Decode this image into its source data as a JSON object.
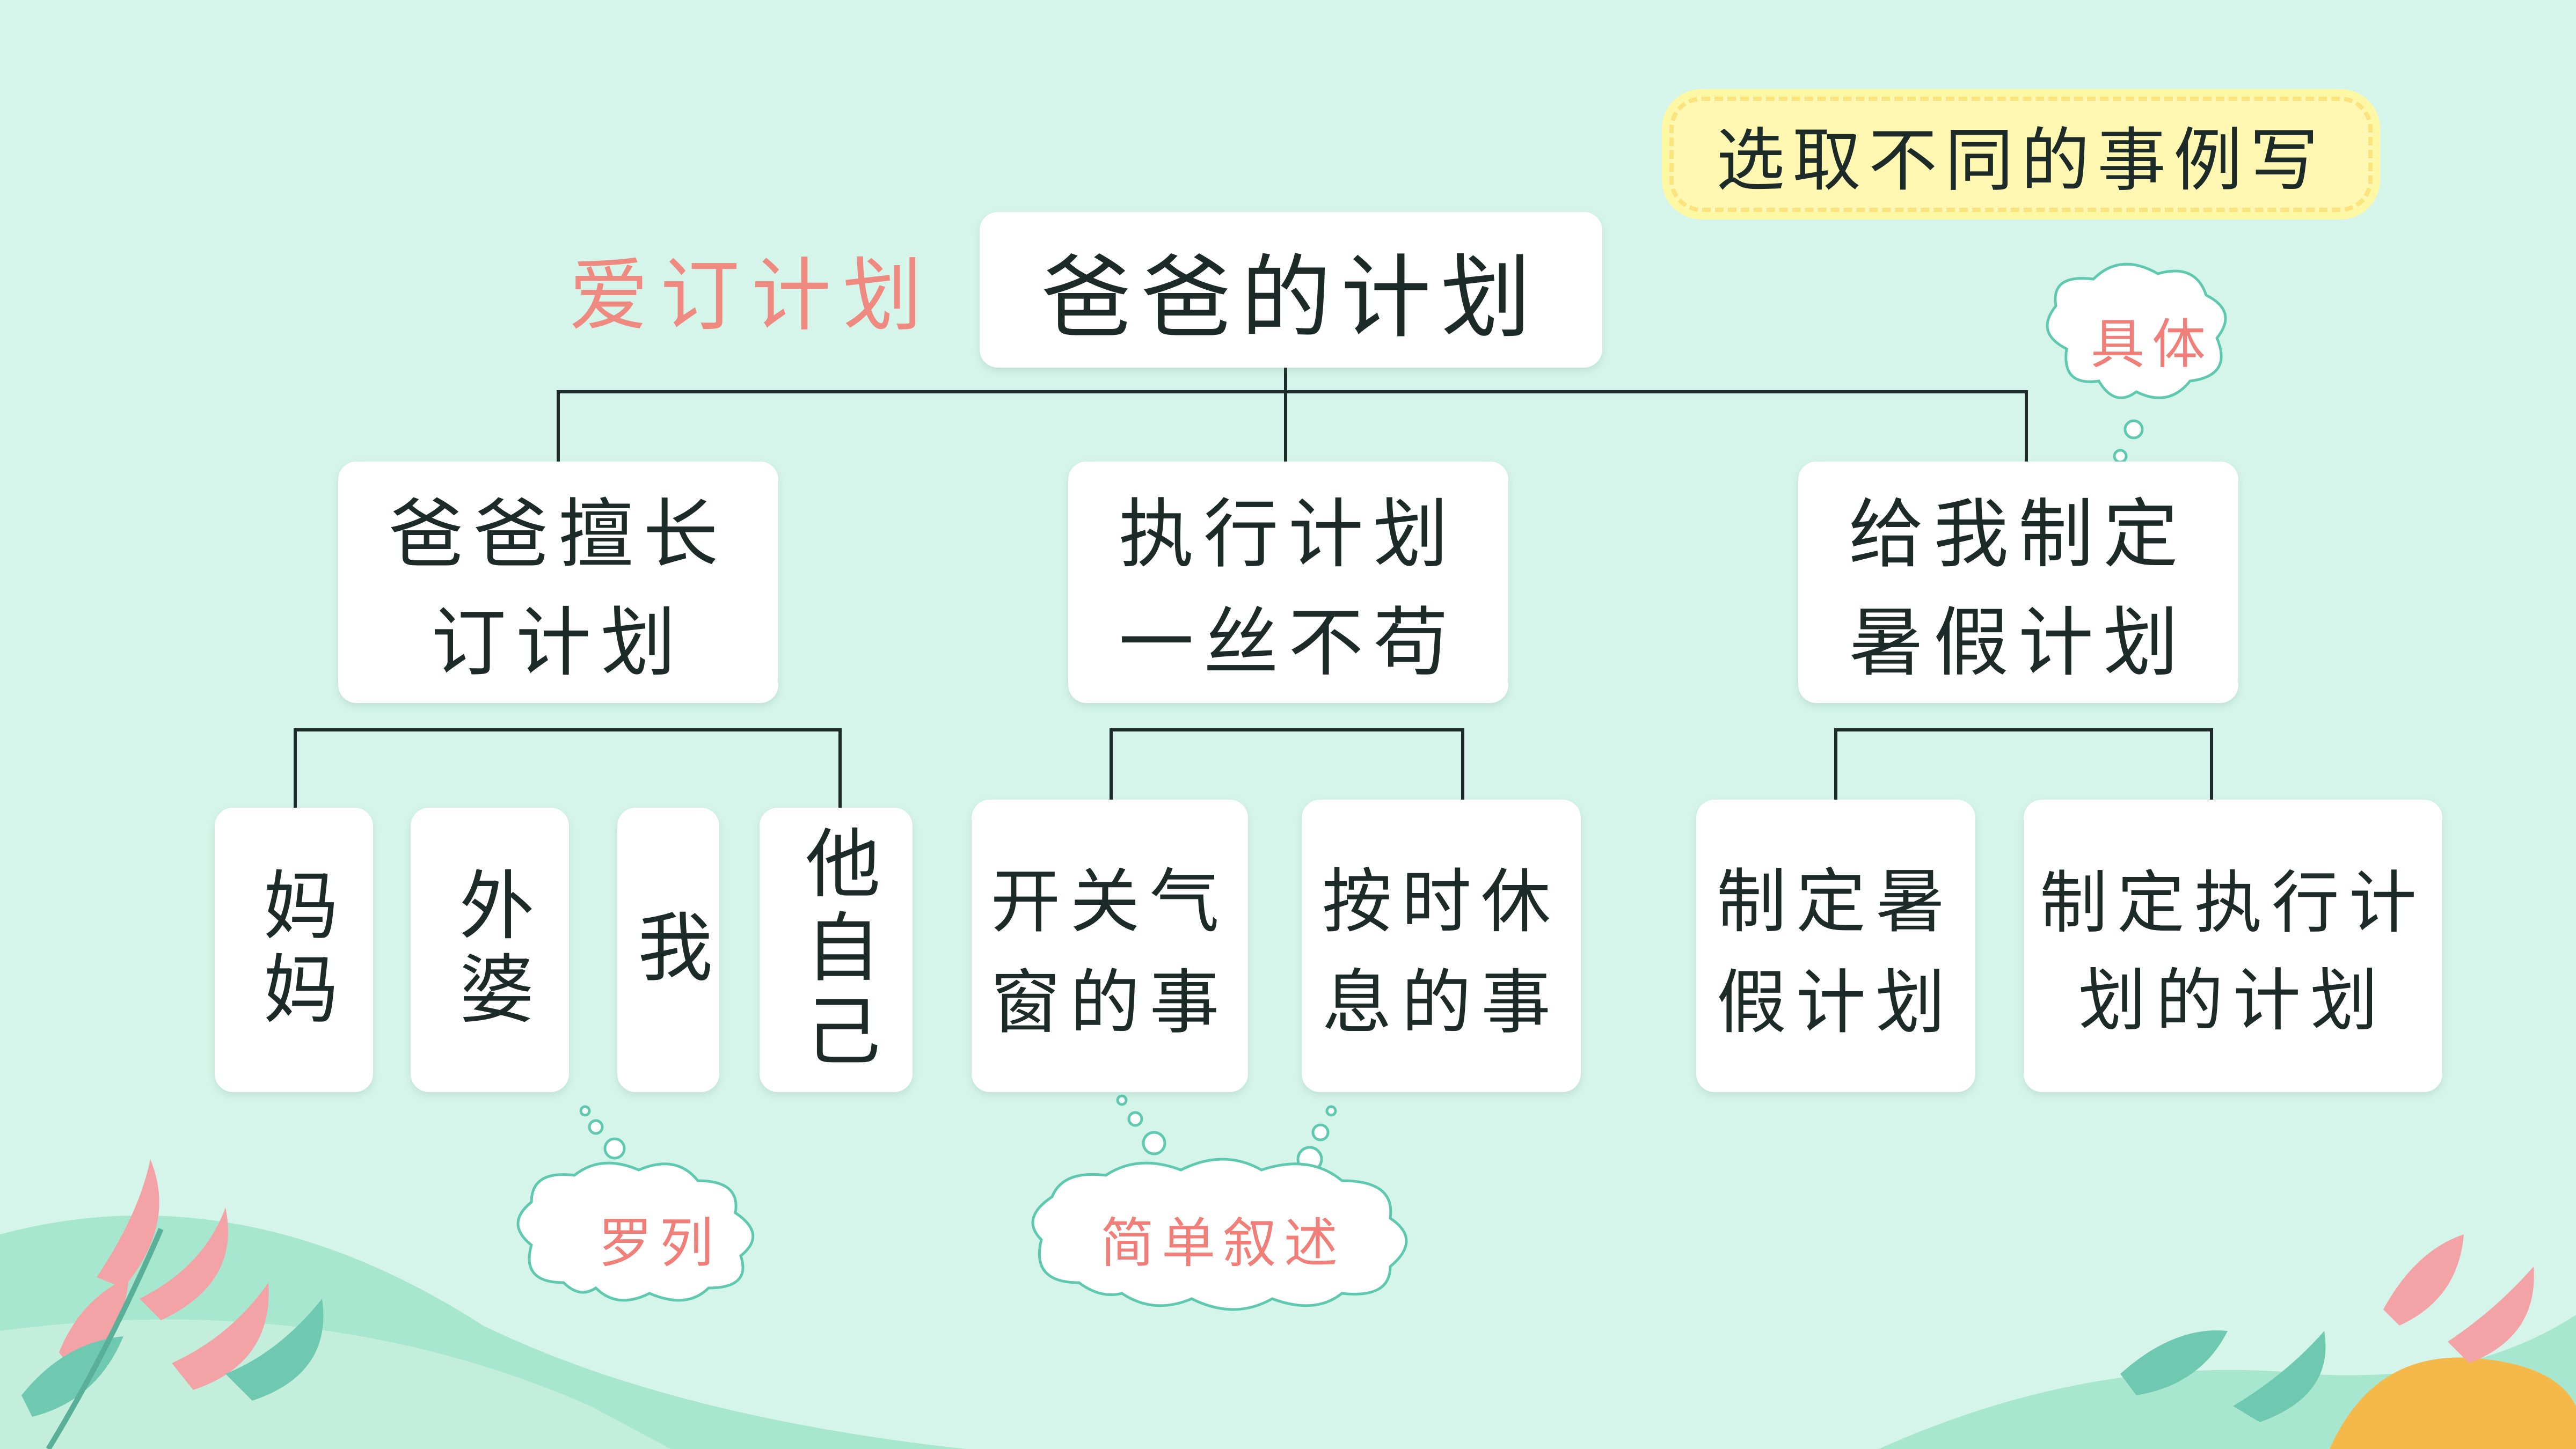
{
  "tag_label": "选取不同的事例写",
  "root": {
    "prefix": "爱订计划",
    "title": "爸爸的计划"
  },
  "level1": [
    {
      "line1": "爸爸擅长",
      "line2": "订计划"
    },
    {
      "line1": "执行计划",
      "line2": "一丝不苟"
    },
    {
      "line1": "给我制定",
      "line2": "暑假计划"
    }
  ],
  "level2_left": [
    "妈妈",
    "外婆",
    "我",
    "他自己"
  ],
  "level2_mid": [
    {
      "line1": "开关气",
      "line2": "窗的事"
    },
    {
      "line1": "按时休",
      "line2": "息的事"
    }
  ],
  "level2_right": [
    {
      "line1": "制定暑",
      "line2": "假计划"
    },
    {
      "line1": "制定执行计",
      "line2": "划的计划"
    }
  ],
  "clouds": {
    "specific": "具体",
    "list": "罗列",
    "brief": "简单叙述"
  },
  "colors": {
    "background": "#d6f5ea",
    "line": "#1c2b28",
    "accent": "#ef8a80",
    "tag_bg": "#fff7b2"
  }
}
